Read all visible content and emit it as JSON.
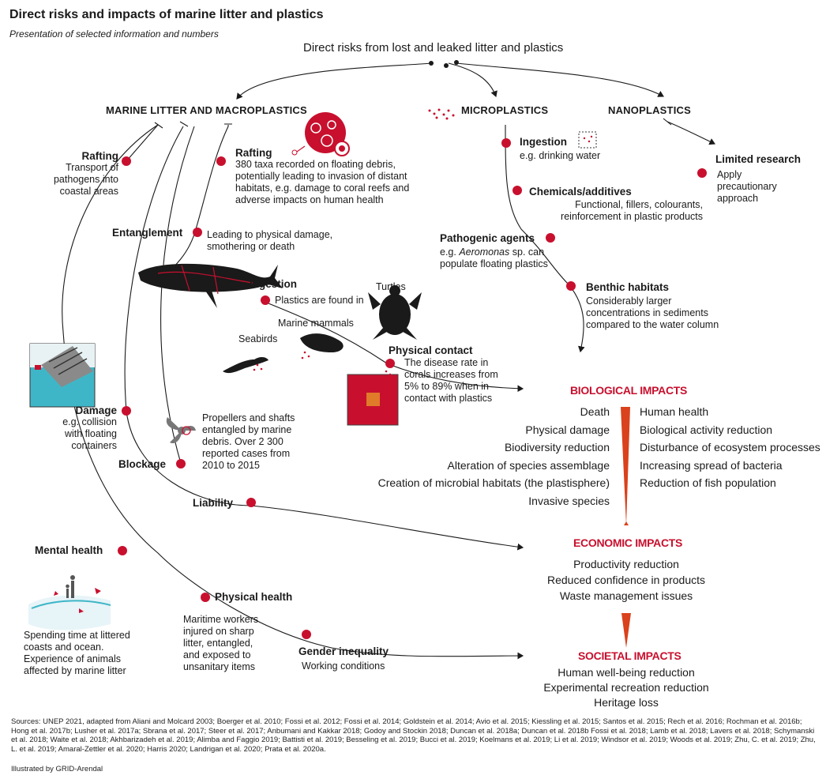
{
  "title": "Direct risks and impacts of marine litter and plastics",
  "subtitle": "Presentation of selected information and numbers",
  "root": "Direct risks from lost and leaked litter and plastics",
  "categories": {
    "macro": "MARINE LITTER AND MACROPLASTICS",
    "micro": "MICROPLASTICS",
    "nano": "NANOPLASTICS"
  },
  "macro": {
    "rafting_left": {
      "heading": "Rafting",
      "lines": [
        "Transport of",
        "pathogens into",
        "coastal areas"
      ]
    },
    "rafting": {
      "heading": "Rafting",
      "lines": [
        "380 taxa recorded on floating debris,",
        "potentially leading to invasion of distant",
        "habitats, e.g. damage to coral reefs and",
        "adverse impacts on human health"
      ]
    },
    "entanglement": {
      "heading": "Entanglement",
      "lines": [
        "Leading to physical damage,",
        "smothering or death"
      ]
    },
    "ingestion": {
      "heading": "Ingestion",
      "text": "Plastics are found in"
    },
    "animals": {
      "turtles": "Turtles",
      "mammals": "Marine mammals",
      "seabirds": "Seabirds"
    },
    "physical_contact": {
      "heading": "Physical contact",
      "lines": [
        "The disease rate in",
        "corals increases from",
        "5% to 89% when in",
        "contact with plastics"
      ]
    },
    "damage": {
      "heading": "Damage",
      "lines": [
        "e.g. collision",
        "with floating",
        "containers"
      ]
    },
    "propellers": {
      "lines": [
        "Propellers and shafts",
        "entangled by marine",
        "debris. Over 2 300",
        "reported cases from",
        "2010 to 2015"
      ]
    },
    "blockage": "Blockage",
    "liability": "Liability",
    "mental_health": {
      "heading": "Mental health",
      "lines": [
        "Spending time at littered",
        "coasts and ocean.",
        "Experience of animals",
        "affected by marine litter"
      ]
    },
    "physical_health": {
      "heading": "Physical health",
      "lines": [
        "Maritime workers",
        "injured on sharp",
        "litter, entangled,",
        "and exposed to",
        "unsanitary items"
      ]
    },
    "gender": {
      "heading": "Gender inequality",
      "text": "Working conditions"
    }
  },
  "micro": {
    "ingestion": {
      "heading": "Ingestion",
      "text": "e.g. drinking water"
    },
    "chemicals": {
      "heading": "Chemicals/additives",
      "lines": [
        "Functional, fillers, colourants,",
        "reinforcement in plastic products"
      ]
    },
    "pathogenic": {
      "heading": "Pathogenic agents",
      "lines_prefix": "e.g. ",
      "lines_italic": "Aeromonas",
      "lines_suffix": " sp. can",
      "line2": "populate floating plastics"
    },
    "benthic": {
      "heading": "Benthic habitats",
      "lines": [
        "Considerably larger",
        "concentrations in sediments",
        "compared to the water column"
      ]
    }
  },
  "nano": {
    "limited": {
      "heading": "Limited research",
      "lines": [
        "Apply",
        "precautionary",
        "approach"
      ]
    }
  },
  "impacts": {
    "biological": {
      "heading": "BIOLOGICAL IMPACTS",
      "left": [
        "Death",
        "Physical damage",
        "Biodiversity reduction",
        "Alteration of species assemblage",
        "Creation of microbial habitats (the plastisphere)",
        "Invasive species"
      ],
      "right": [
        "Human health",
        "Biological activity reduction",
        "Disturbance of ecosystem processes",
        "Increasing spread of bacteria",
        "Reduction of fish population"
      ]
    },
    "economic": {
      "heading": "ECONOMIC IMPACTS",
      "items": [
        "Productivity reduction",
        "Reduced confidence in products",
        "Waste management issues"
      ]
    },
    "societal": {
      "heading": "SOCIETAL IMPACTS",
      "items": [
        "Human well-being reduction",
        "Experimental recreation reduction",
        "Heritage loss"
      ]
    }
  },
  "sources": "Sources: UNEP 2021, adapted from Aliani and Molcard 2003; Boerger et al. 2010; Fossi et al. 2012; Fossi et al. 2014; Goldstein et al. 2014; Avio et al. 2015; Kiessling et al. 2015; Santos et al. 2015; Rech et al. 2016; Rochman et al. 2016b; Hong et al. 2017b; Lusher et al. 2017a; Sbrana et al. 2017; Steer et al. 2017; Anbumani and Kakkar 2018; Godoy and Stockin 2018; Duncan et al. 2018a; Duncan et al. 2018b Fossi et al. 2018; Lamb et al. 2018; Lavers et al. 2018; Schymanski et al. 2018; Waite et al. 2018; Akhbarizadeh et al. 2019; Alimba and Faggio 2019; Battisti et al. 2019; Besseling et al. 2019; Bucci et al. 2019; Koelmans et al. 2019; Li et al. 2019; Windsor et al. 2019; Woods et al. 2019; Zhu, C. et al. 2019; Zhu, L. et al. 2019; Amaral-Zettler et al. 2020; Harris 2020; Landrigan et al. 2020; Prata et al. 2020a.",
  "illustrated_by": "Illustrated by GRID-Arendal",
  "colors": {
    "accent": "#c8102e",
    "coral_box": "#c8102e",
    "coral_square": "#e07b2a",
    "sea": "#3fb6c7"
  }
}
